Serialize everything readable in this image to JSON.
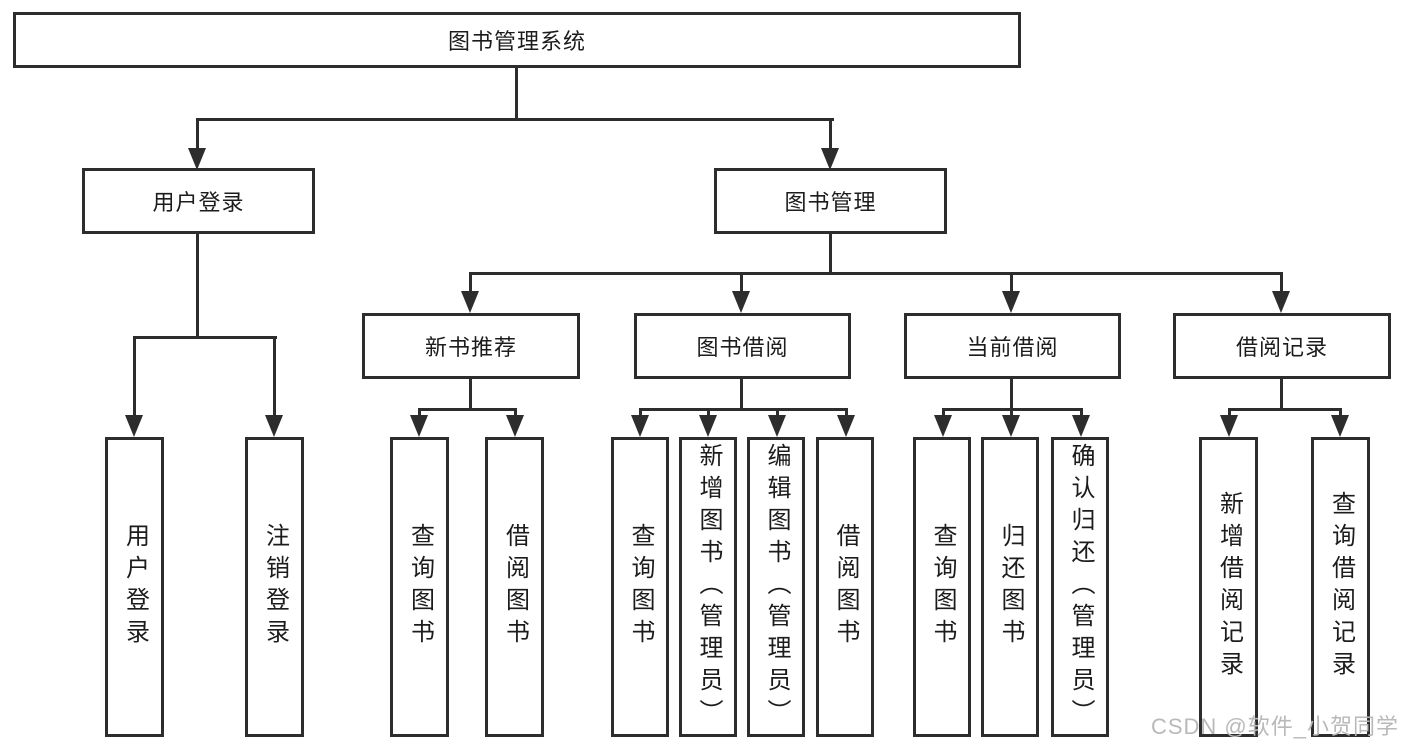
{
  "tree": {
    "root": {
      "label": "图书管理系统"
    },
    "branches": [
      {
        "label": "用户登录",
        "children": [
          {
            "label": "用户登录"
          },
          {
            "label": "注销登录"
          }
        ]
      },
      {
        "label": "图书管理",
        "children": [
          {
            "label": "新书推荐",
            "children": [
              {
                "label": "查询图书"
              },
              {
                "label": "借阅图书"
              }
            ]
          },
          {
            "label": "图书借阅",
            "children": [
              {
                "label": "查询图书"
              },
              {
                "label": "新增图书（管理员）"
              },
              {
                "label": "编辑图书（管理员）"
              },
              {
                "label": "借阅图书"
              }
            ]
          },
          {
            "label": "当前借阅",
            "children": [
              {
                "label": "查询图书"
              },
              {
                "label": "归还图书"
              },
              {
                "label": "确认归还（管理员）"
              }
            ]
          },
          {
            "label": "借阅记录",
            "children": [
              {
                "label": "新增借阅记录"
              },
              {
                "label": "查询借阅记录"
              }
            ]
          }
        ]
      }
    ]
  },
  "watermark": "CSDN @软件_小贺同学",
  "colors": {
    "line": "#2d2d2d",
    "box_border": "#2d2d2d",
    "text": "#1c1c1c",
    "watermark": "#b9b9b9",
    "background": "#ffffff"
  }
}
